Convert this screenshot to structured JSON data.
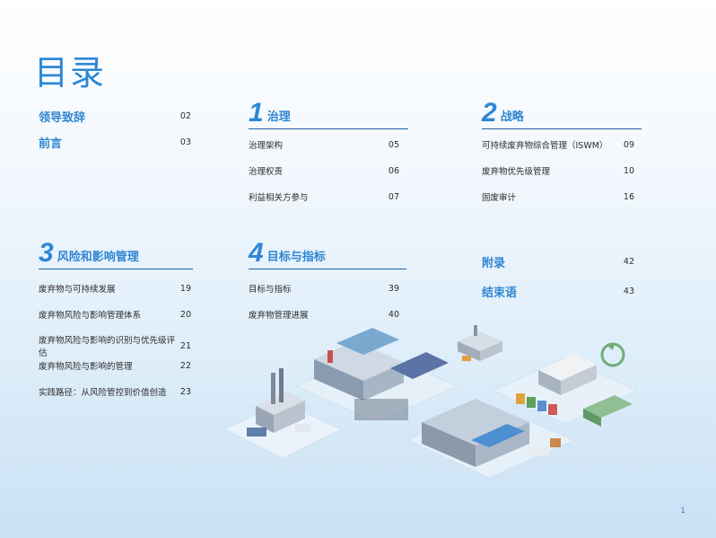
{
  "title": "目录",
  "front": [
    {
      "label": "领导致辞",
      "page": "02"
    },
    {
      "label": "前言",
      "page": "03"
    }
  ],
  "sections": [
    {
      "num": "1",
      "title": "治理",
      "items": [
        {
          "label": "治理架构",
          "page": "05"
        },
        {
          "label": "治理权责",
          "page": "06"
        },
        {
          "label": "利益相关方参与",
          "page": "07"
        }
      ]
    },
    {
      "num": "2",
      "title": "战略",
      "items": [
        {
          "label": "可持续废弃物综合管理（ISWM）",
          "page": "09"
        },
        {
          "label": "废弃物优先级管理",
          "page": "10"
        },
        {
          "label": "固废审计",
          "page": "16"
        }
      ]
    },
    {
      "num": "3",
      "title": "风险和影响管理",
      "items": [
        {
          "label": "废弃物与可持续发展",
          "page": "19"
        },
        {
          "label": "废弃物风险与影响管理体系",
          "page": "20"
        },
        {
          "label": "废弃物风险与影响的识别与优先级评估",
          "page": "21"
        },
        {
          "label": "废弃物风险与影响的管理",
          "page": "22"
        },
        {
          "label": "实践路径：从风险管控到价值创造",
          "page": "23"
        }
      ]
    },
    {
      "num": "4",
      "title": "目标与指标",
      "items": [
        {
          "label": "目标与指标",
          "page": "39"
        },
        {
          "label": "废弃物管理进展",
          "page": "40"
        }
      ]
    }
  ],
  "back": [
    {
      "label": "附录",
      "page": "42"
    },
    {
      "label": "结束语",
      "page": "43"
    }
  ],
  "page_number": "1",
  "colors": {
    "accent": "#2e87d5",
    "rule": "#1f5fa8"
  }
}
